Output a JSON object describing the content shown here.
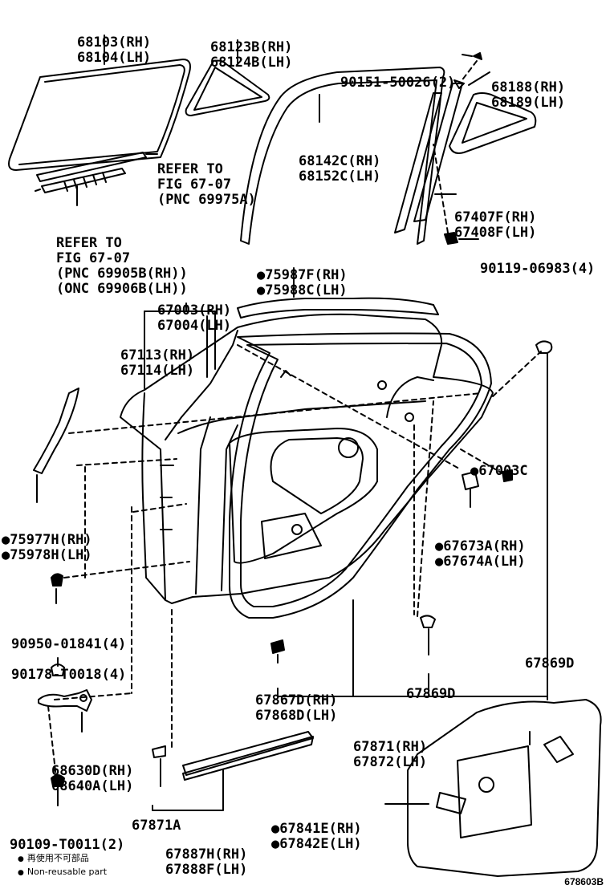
{
  "labels": {
    "p68103": [
      "68103(RH)",
      "68104(LH)"
    ],
    "p68123": [
      "68123B(RH)",
      "68124B(LH)"
    ],
    "p90151": [
      "90151-50026(2)"
    ],
    "p68188": [
      "68188(RH)",
      "68189(LH)"
    ],
    "refer1": [
      "REFER TO",
      "FIG 67-07",
      "(PNC 69975A)"
    ],
    "p68142": [
      "68142C(RH)",
      "68152C(LH)"
    ],
    "refer2": [
      "REFER TO",
      "FIG 67-07",
      "(PNC 69905B(RH))",
      "(ONC 69906B(LH))"
    ],
    "p67407": [
      "67407F(RH)",
      "67408F(LH)"
    ],
    "p90119": [
      "90119-06983(4)"
    ],
    "p75987": [
      "●75987F(RH)",
      "●75988C(LH)"
    ],
    "p67003": [
      "67003(RH)",
      "67004(LH)"
    ],
    "p67113": [
      "67113(RH)",
      "67114(LH)"
    ],
    "p67003c": [
      "●67003C"
    ],
    "p75977": [
      "●75977H(RH)",
      "●75978H(LH)"
    ],
    "p67673": [
      "●67673A(RH)",
      "●67674A(LH)"
    ],
    "p90950": [
      "90950-01841(4)"
    ],
    "p67869a": [
      "67869D"
    ],
    "p90178": [
      "90178-T0018(4)"
    ],
    "p67867": [
      "67867D(RH)",
      "67868D(LH)"
    ],
    "p67869b": [
      "67869D"
    ],
    "p67871": [
      "67871(RH)",
      "67872(LH)"
    ],
    "p68630": [
      "68630D(RH)",
      "68640A(LH)"
    ],
    "p67871a": [
      "67871A"
    ],
    "p67841": [
      "●67841E(RH)",
      "●67842E(LH)"
    ],
    "p90109": [
      "90109-T0011(2)"
    ],
    "p67887": [
      "67887H(RH)",
      "67888F(LH)"
    ]
  },
  "legend": {
    "non_reusable_cn": "再使用不可部品",
    "non_reusable_en": "Non-reusable part"
  },
  "figure_code": "678603B"
}
